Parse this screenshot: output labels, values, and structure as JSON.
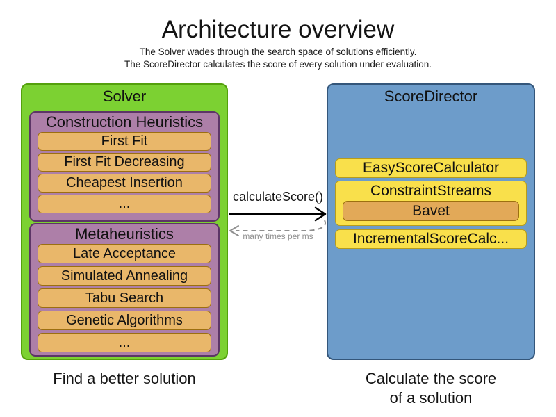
{
  "title": "Architecture overview",
  "subtitle_line1": "The Solver wades through the search space of solutions efficiently.",
  "subtitle_line2": "The ScoreDirector calculates the score of every solution under evaluation.",
  "solver": {
    "label": "Solver",
    "caption": "Find a better solution",
    "groups": [
      {
        "label": "Construction Heuristics",
        "items": [
          "First Fit",
          "First Fit Decreasing",
          "Cheapest Insertion",
          "..."
        ]
      },
      {
        "label": "Metaheuristics",
        "items": [
          "Late Acceptance",
          "Simulated Annealing",
          "Tabu Search",
          "Genetic Algorithms",
          "..."
        ]
      }
    ]
  },
  "score_director": {
    "label": "ScoreDirector",
    "caption_line1": "Calculate the score",
    "caption_line2": "of a solution",
    "items": [
      "EasyScoreCalculator",
      "ConstraintStreams",
      "IncrementalScoreCalc..."
    ],
    "constraint_streams_nested_item": "Bavet"
  },
  "arrow": {
    "label": "calculateScore()",
    "sublabel": "many times per ms"
  },
  "colors": {
    "solver_fill": "#7cd132",
    "solver_border": "#54a00c",
    "heuristic_group_fill": "#ad7fa8",
    "heuristic_group_border": "#5c3566",
    "heuristic_item_fill": "#e9b76a",
    "heuristic_item_border": "#9c6f10",
    "score_director_fill": "#6d9cca",
    "score_director_border": "#34567a",
    "calculator_item_fill": "#f9e04b",
    "calculator_item_border": "#b79c1a",
    "bavet_fill": "#e2a958",
    "arrow_solid": "#000000",
    "arrow_dashed": "#8f8f8f"
  }
}
